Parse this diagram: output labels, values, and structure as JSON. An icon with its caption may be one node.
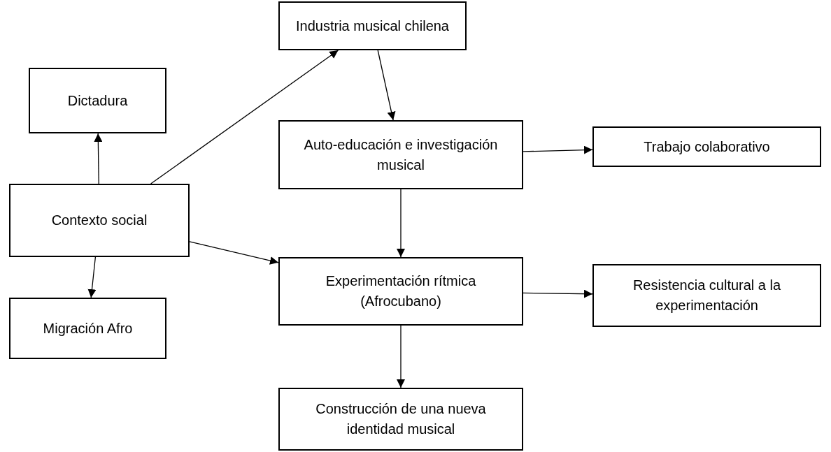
{
  "diagram": {
    "nodes": [
      {
        "text": [
          "Dictadura"
        ]
      },
      {
        "text": [
          "Contexto social"
        ]
      },
      {
        "text": [
          "Migración Afro"
        ]
      },
      {
        "text": [
          "Industria musical chilena"
        ]
      },
      {
        "text": [
          "Auto-educación e investigación musical"
        ]
      },
      {
        "text": [
          "Trabajo colaborativo"
        ]
      },
      {
        "text": [
          "Experimentación rítmica (Afrocubano)"
        ]
      },
      {
        "text": [
          "Resistencia cultural a la experimentación"
        ]
      },
      {
        "text": [
          "Construcción de una nueva identidad musical"
        ]
      }
    ],
    "edges": [
      {
        "from": 1,
        "to": 0,
        "arrow": "to"
      },
      {
        "from": 1,
        "to": 3,
        "arrow": "to"
      },
      {
        "from": 1,
        "to": 2,
        "arrow": "to"
      },
      {
        "from": 1,
        "to": 6,
        "arrow": "to"
      },
      {
        "from": 3,
        "to": 4,
        "arrow": "to"
      },
      {
        "from": 4,
        "to": 5,
        "arrow": "to"
      },
      {
        "from": 4,
        "to": 6,
        "arrow": "to"
      },
      {
        "from": 6,
        "to": 7,
        "arrow": "to"
      },
      {
        "from": 6,
        "to": 8,
        "arrow": "to"
      }
    ]
  }
}
